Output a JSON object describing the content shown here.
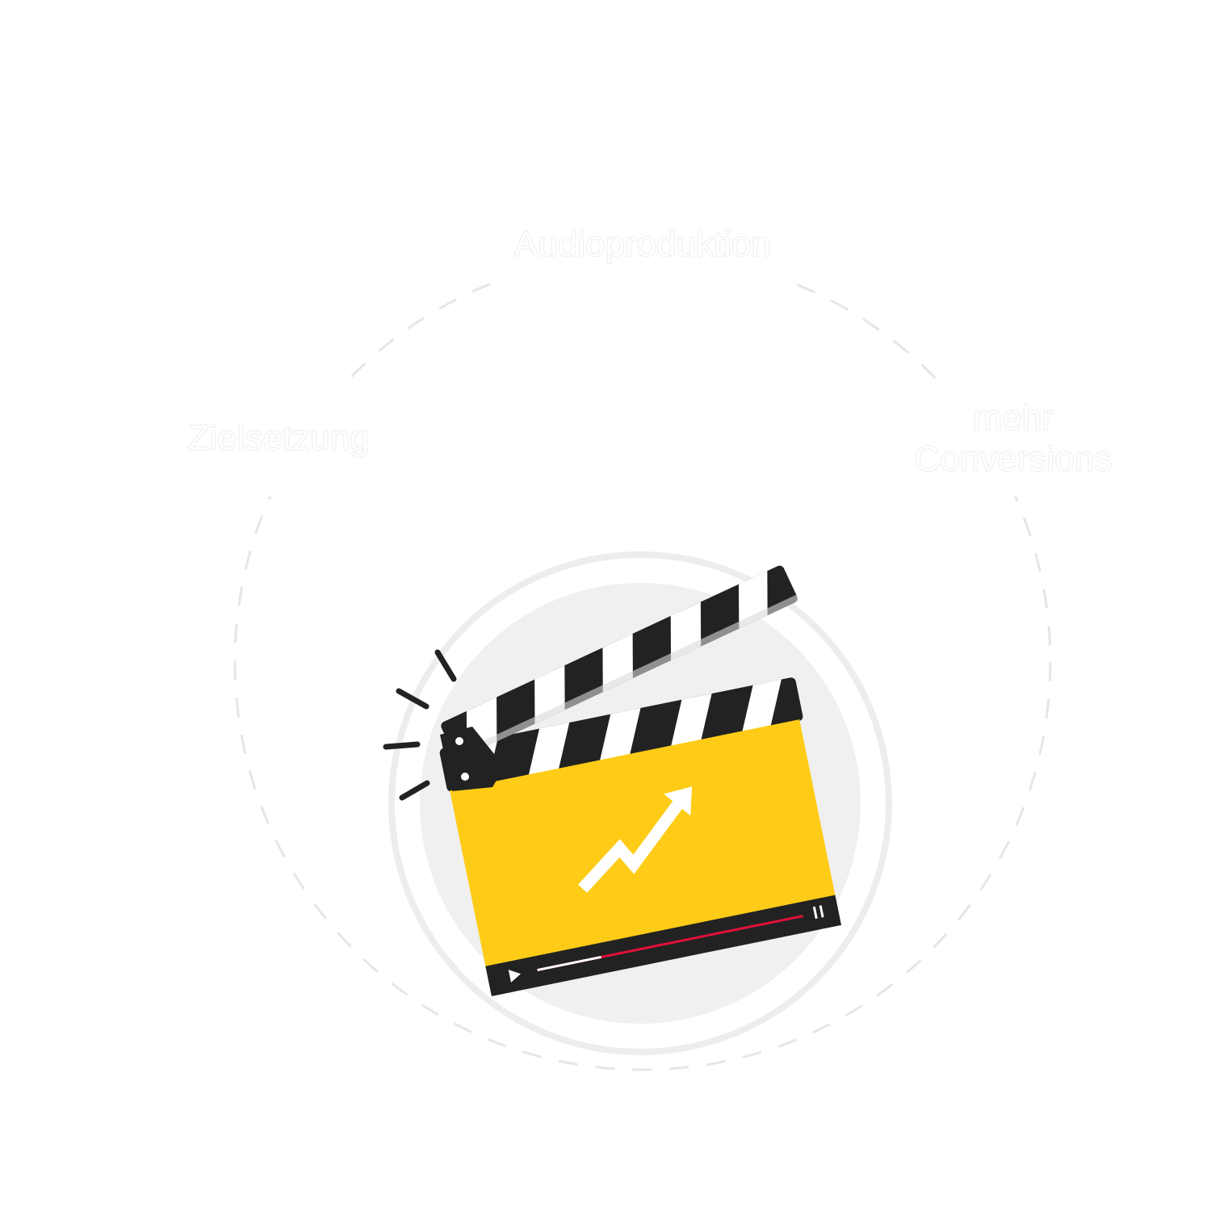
{
  "labels": {
    "top": "Audioproduktion",
    "left": "Zielsetzung",
    "right": "mehr Conversions"
  },
  "icons": {
    "center": "clapperboard-icon",
    "chart": "trend-arrow-icon",
    "play": "play-icon",
    "pause": "pause-icon"
  },
  "colors": {
    "accent": "#FECC17",
    "dark": "#222222",
    "progress": "#E0103A",
    "ring": "#EDEDED",
    "disc": "#F0F0F0"
  },
  "player": {
    "progress": 0.24
  }
}
